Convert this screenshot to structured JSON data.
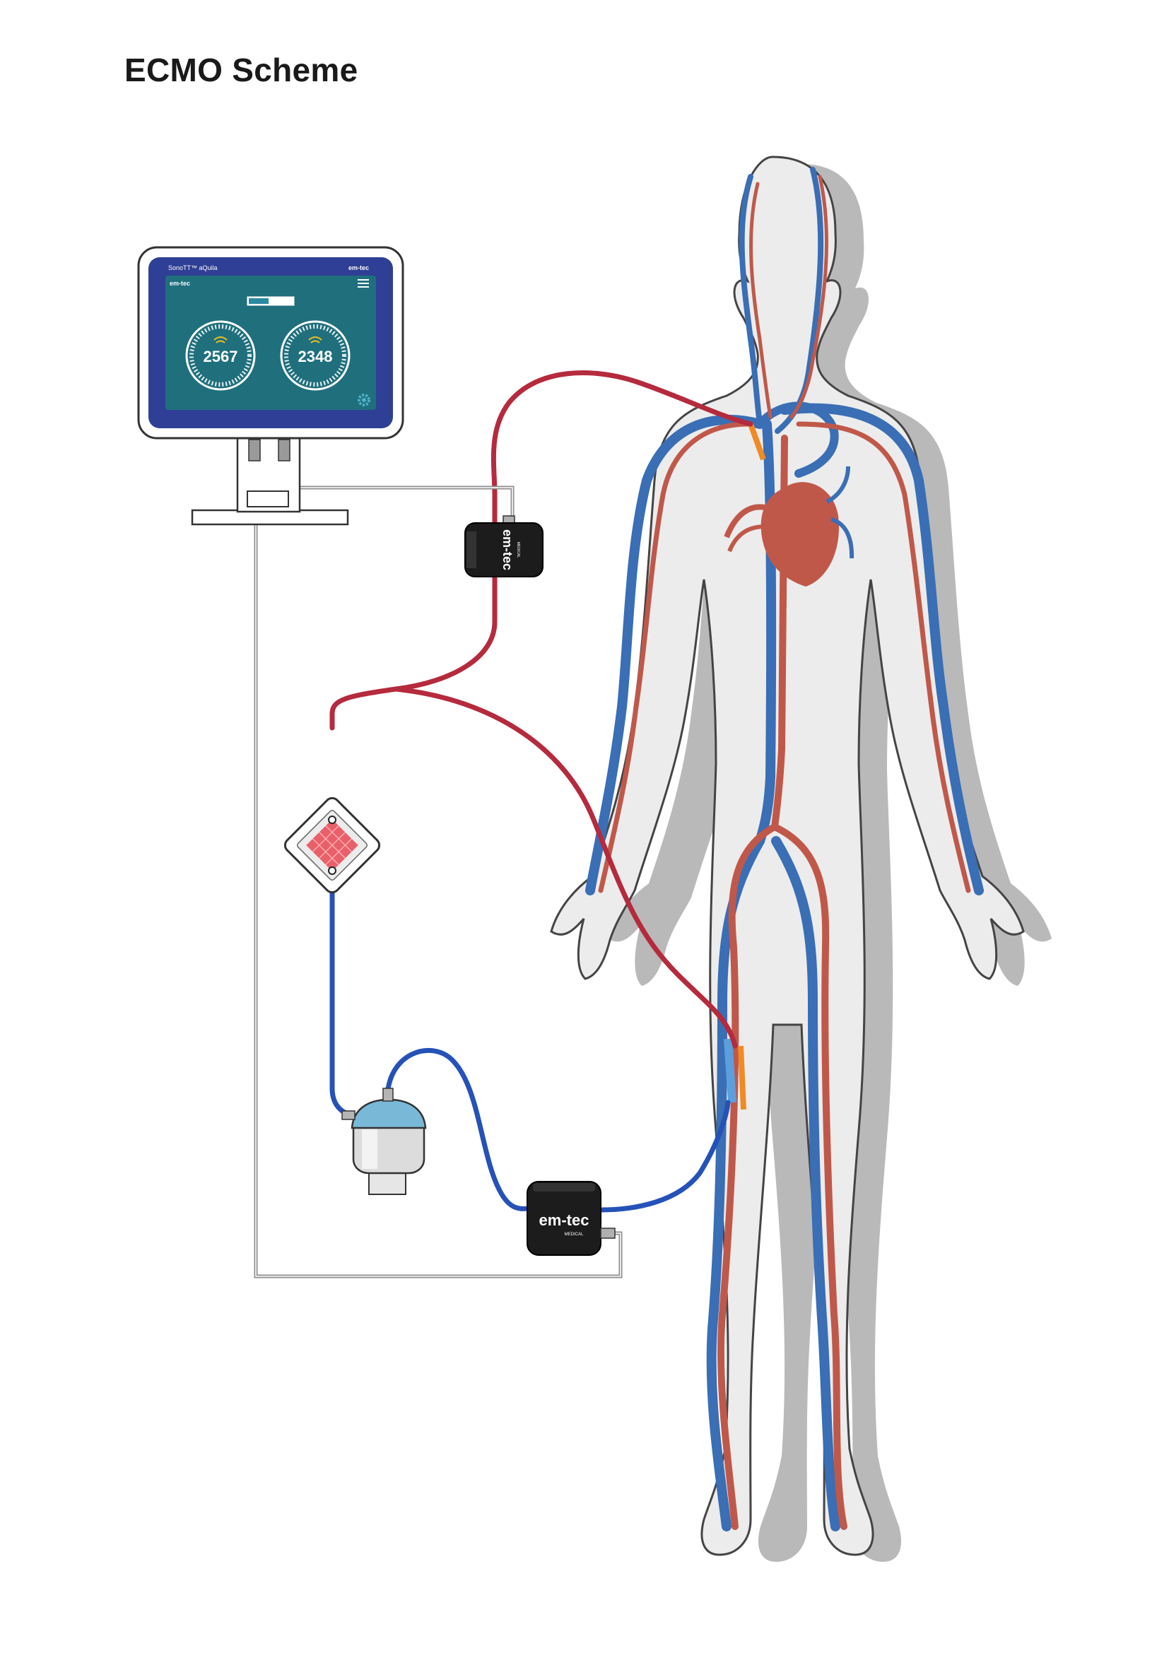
{
  "title": "ECMO Scheme",
  "monitor": {
    "product_name": "SonoTT™ aQuila",
    "brand_top": "em-tec",
    "brand_sub": "em-tec",
    "flow_1": "2567",
    "flow_2": "2348"
  },
  "sensor_upper": {
    "brand": "em-tec",
    "sub": "MEDICAL"
  },
  "sensor_lower": {
    "brand": "em-tec",
    "sub": "MEDICAL"
  },
  "colors": {
    "artery": "#c0584a",
    "vein": "#3a6eb5",
    "tube_red": "#b52a3d",
    "tube_blue": "#2552b8",
    "screen": "#1f6f7d",
    "bezel": "#2f3f95",
    "body_fill": "#ececec",
    "body_outline": "#444444",
    "oxygenator": "#e8606a",
    "pump_cap": "#7ab8d8"
  }
}
